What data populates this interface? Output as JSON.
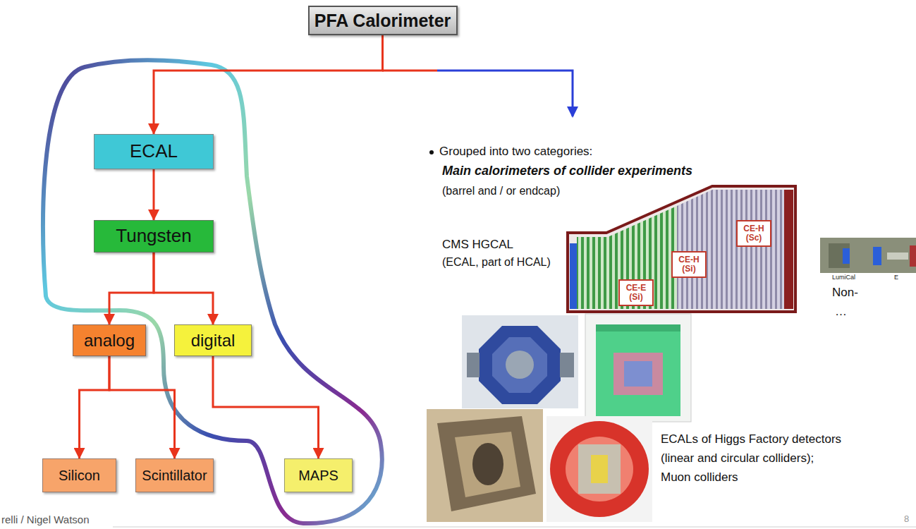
{
  "diagram": {
    "nodes": [
      {
        "text": [
          "PFA Calorimeter"
        ]
      },
      {
        "text": [
          "ECAL"
        ]
      },
      {
        "text": [
          "Tungsten"
        ]
      },
      {
        "text": [
          "analog"
        ]
      },
      {
        "text": [
          "digital"
        ]
      },
      {
        "text": [
          "Silicon"
        ]
      },
      {
        "text": [
          "Scintillator"
        ]
      },
      {
        "text": [
          "MAPS"
        ]
      },
      {
        "text": [
          "CE-H (Sc)"
        ]
      },
      {
        "text": [
          "CE-H (Si)"
        ]
      },
      {
        "text": [
          "CE-E (Si)"
        ]
      }
    ],
    "edges": [
      {
        "from": 0,
        "to": 1,
        "arrow": "to"
      },
      {
        "from": 1,
        "to": 2,
        "arrow": "to"
      },
      {
        "from": 2,
        "to": 3,
        "arrow": "to"
      },
      {
        "from": 2,
        "to": 4,
        "arrow": "to"
      },
      {
        "from": 3,
        "to": 5,
        "arrow": "to"
      },
      {
        "from": 3,
        "to": 6,
        "arrow": "to"
      },
      {
        "from": 4,
        "to": 7,
        "arrow": "to"
      }
    ],
    "labels": [
      "Grouped into two categories:",
      "Main calorimeters of collider experiments",
      "(barrel and / or endcap)",
      "CMS HGCAL",
      "(ECAL, part of HCAL)",
      "LumiCal",
      "E",
      "Non-",
      "…",
      "ECALs of Higgs Factory detectors",
      "(linear and circular colliders);",
      "Muon colliders",
      "relli / Nigel Watson",
      "8"
    ]
  }
}
